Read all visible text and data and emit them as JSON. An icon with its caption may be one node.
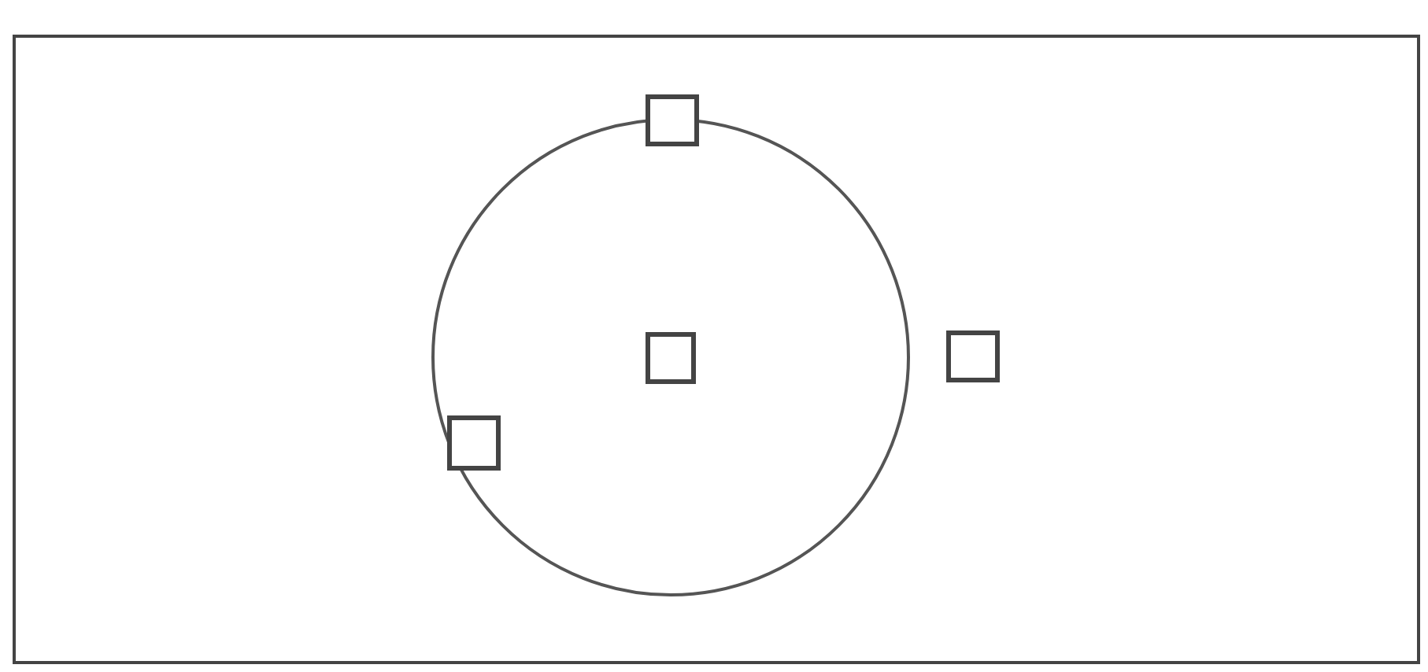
{
  "diagram": {
    "nodes": [
      {
        "text": [],
        "shape": "box"
      },
      {
        "text": [],
        "shape": "circle",
        "in": 0
      },
      {
        "text": [],
        "shape": "box",
        "in": 0
      },
      {
        "text": [],
        "shape": "box",
        "in": 1
      },
      {
        "text": [],
        "shape": "box",
        "in": 0
      },
      {
        "text": [],
        "shape": "box",
        "in": 1
      }
    ]
  }
}
